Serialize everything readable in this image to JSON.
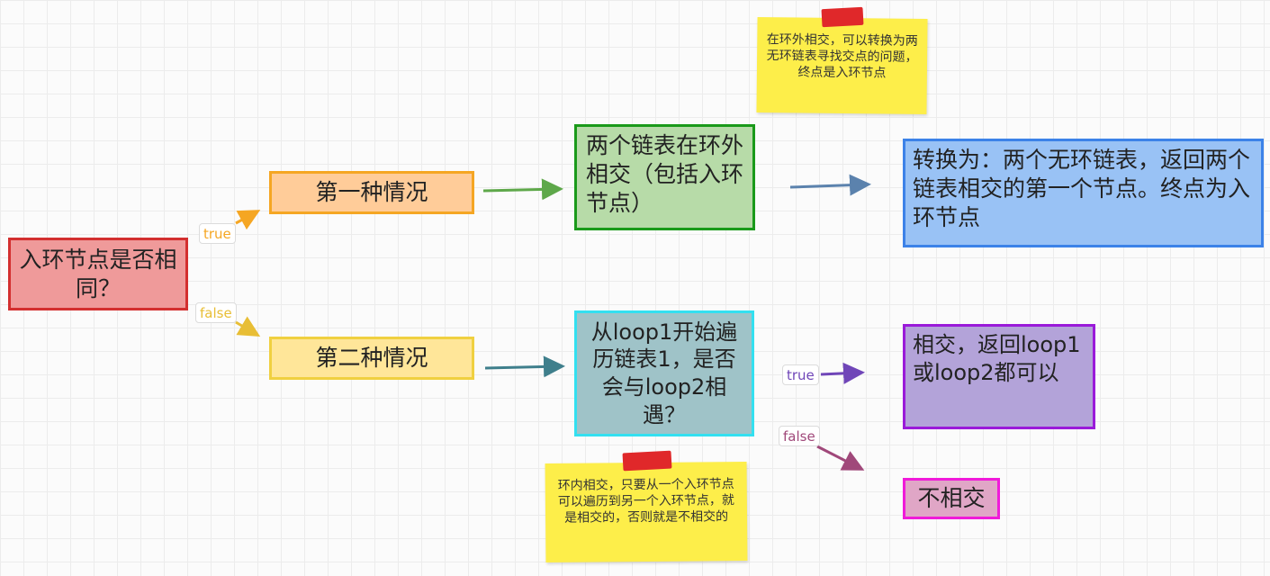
{
  "nodes": {
    "root": "入环节点是否相同？",
    "case1": "第一种情况",
    "case2": "第二种情况",
    "outside": "两个链表在环外相交（包括入环节点）",
    "convert": "转换为：两个无环链表，返回两个链表相交的第一个节点。终点为入环节点",
    "traverse": "从loop1开始遍历链表1，是否会与loop2相遇？",
    "return_loop": "相交，返回loop1或loop2都可以",
    "no_intersect": "不相交"
  },
  "edge_labels": {
    "root_true": "true",
    "root_false": "false",
    "traverse_true": "true",
    "traverse_false": "false"
  },
  "notes": {
    "top": "在环外相交，可以转换为两无环链表寻找交点的问题，终点是入环节点",
    "bottom": "环内相交，只要从一个入环节点可以遍历到另一个入环节点，就是相交的，否则就是不相交的"
  },
  "colors": {
    "root_fill": "#ef9a9a",
    "root_border": "#d32f2f",
    "case1_fill": "#ffcc99",
    "case1_border": "#f5a623",
    "case2_fill": "#ffe699",
    "case2_border": "#f0d040",
    "outside_fill": "#b7dba8",
    "outside_border": "#1a9a1a",
    "convert_fill": "#99c2f5",
    "convert_border": "#3c82e8",
    "traverse_fill": "#9fc3c8",
    "traverse_border": "#33e0f0",
    "return_fill": "#b3a3d9",
    "return_border": "#9a1ad9",
    "nointer_fill": "#e0a6c6",
    "nointer_border": "#f01ad9"
  }
}
